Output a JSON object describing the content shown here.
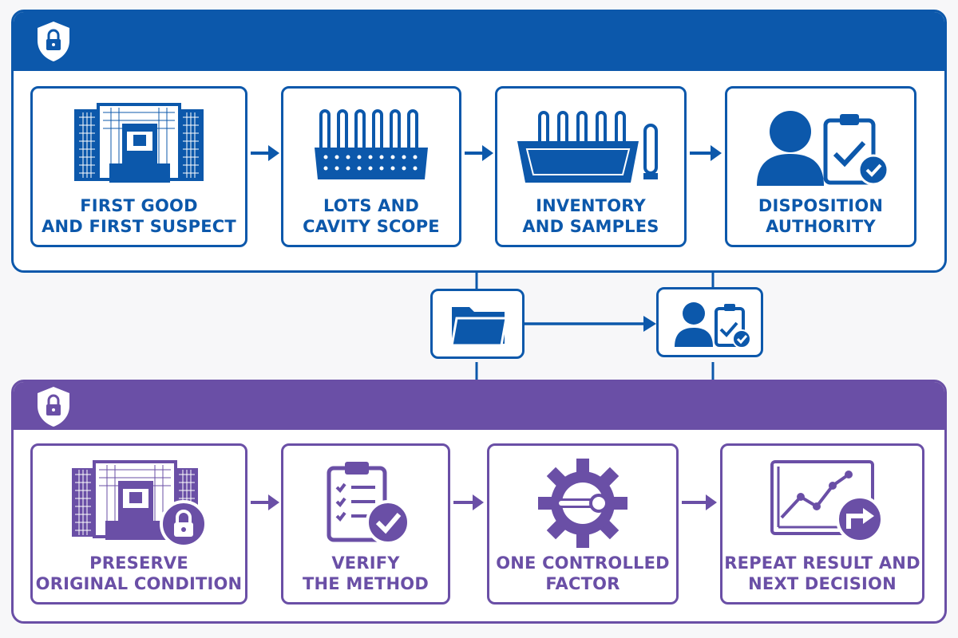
{
  "colors": {
    "blue": "#0c58ab",
    "purple": "#6a4fa6",
    "background": "#f7f7f9"
  },
  "top_panel": {
    "header_icon": "shield-lock-icon",
    "cards": [
      {
        "icon": "molding-machine-icon",
        "label_line1": "FIRST GOOD",
        "label_line2": "AND FIRST SUSPECT"
      },
      {
        "icon": "preform-rack-icon",
        "label_line1": "LOTS AND",
        "label_line2": "CAVITY SCOPE"
      },
      {
        "icon": "sample-bin-icon",
        "label_line1": "INVENTORY",
        "label_line2": "AND SAMPLES"
      },
      {
        "icon": "person-clipboard-icon",
        "label_line1": "DISPOSITION",
        "label_line2": "AUTHORITY"
      }
    ]
  },
  "middle": {
    "left_icon": "folder-icon",
    "right_icon": "person-clipboard-icon"
  },
  "bottom_panel": {
    "header_icon": "shield-lock-icon",
    "cards": [
      {
        "icon": "locked-machine-icon",
        "label_line1": "PRESERVE",
        "label_line2": "ORIGINAL CONDITION"
      },
      {
        "icon": "checklist-icon",
        "label_line1": "VERIFY",
        "label_line2": "THE METHOD"
      },
      {
        "icon": "gear-slider-icon",
        "label_line1": "ONE CONTROLLED",
        "label_line2": "FACTOR"
      },
      {
        "icon": "trend-chart-icon",
        "label_line1": "REPEAT RESULT AND",
        "label_line2": "NEXT DECISION"
      }
    ]
  }
}
